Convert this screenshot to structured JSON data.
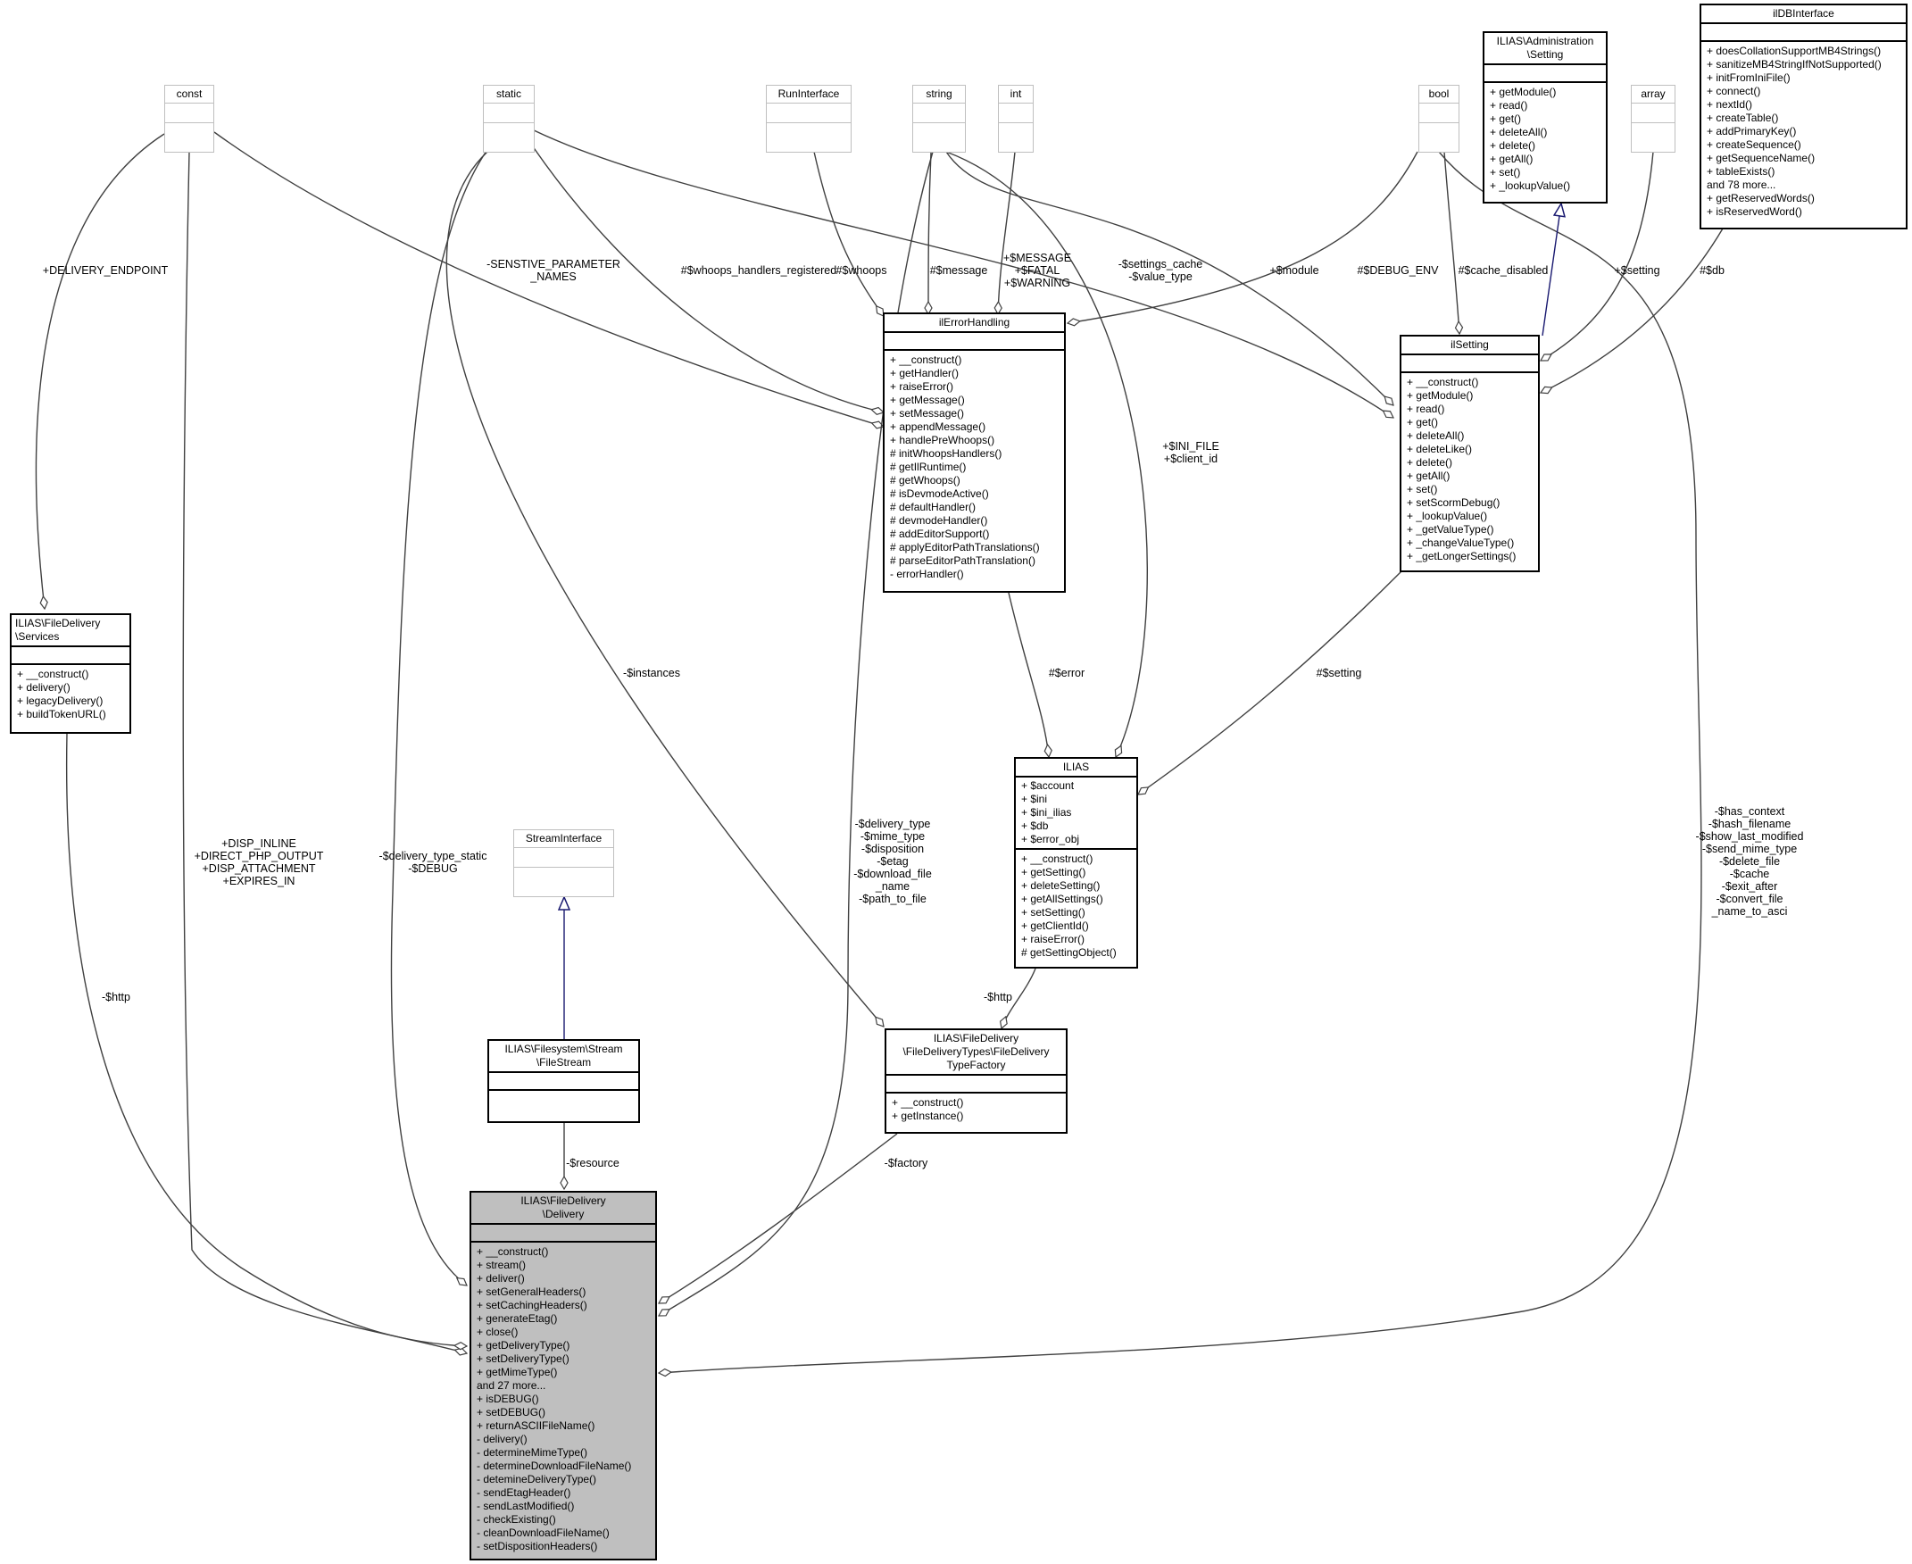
{
  "classes": {
    "const": {
      "title": "const"
    },
    "static": {
      "title": "static"
    },
    "runinterface": {
      "title": "RunInterface"
    },
    "string": {
      "title": "string"
    },
    "int": {
      "title": "int"
    },
    "bool": {
      "title": "bool"
    },
    "admin_setting": {
      "title": "ILIAS\\Administration\n\\Setting",
      "ops": [
        "+ getModule()",
        "+ read()",
        "+ get()",
        "+ deleteAll()",
        "+ delete()",
        "+ getAll()",
        "+ set()",
        "+ _lookupValue()"
      ]
    },
    "array": {
      "title": "array"
    },
    "ildbinterface": {
      "title": "ilDBInterface",
      "ops": [
        "+ doesCollationSupportMB4Strings()",
        "+ sanitizeMB4StringIfNotSupported()",
        "+ initFromIniFile()",
        "+ connect()",
        "+ nextId()",
        "+ createTable()",
        "+ addPrimaryKey()",
        "+ createSequence()",
        "+ getSequenceName()",
        "+ tableExists()",
        "and 78 more...",
        "+ getReservedWords()",
        "+ isReservedWord()"
      ]
    },
    "services": {
      "title": "ILIAS\\FileDelivery\n\\Services",
      "ops": [
        "+ __construct()",
        "+ delivery()",
        "+ legacyDelivery()",
        "+ buildTokenURL()"
      ]
    },
    "ilerrorhandling": {
      "title": "ilErrorHandling",
      "ops": [
        "+ __construct()",
        "+ getHandler()",
        "+ raiseError()",
        "+ getMessage()",
        "+ setMessage()",
        "+ appendMessage()",
        "+ handlePreWhoops()",
        "# initWhoopsHandlers()",
        "# getIlRuntime()",
        "# getWhoops()",
        "# isDevmodeActive()",
        "# defaultHandler()",
        "# devmodeHandler()",
        "# addEditorSupport()",
        "# applyEditorPathTranslations()",
        "# parseEditorPathTranslation()",
        "- errorHandler()"
      ]
    },
    "ilsetting": {
      "title": "ilSetting",
      "ops": [
        "+ __construct()",
        "+ getModule()",
        "+ read()",
        "+ get()",
        "+ deleteAll()",
        "+ deleteLike()",
        "+ delete()",
        "+ getAll()",
        "+ set()",
        "+ setScormDebug()",
        "+ _lookupValue()",
        "+ _getValueType()",
        "+ _changeValueType()",
        "+ _getLongerSettings()"
      ]
    },
    "ilias": {
      "title": "ILIAS",
      "attrs": [
        "+ $account",
        "+ $ini",
        "+ $ini_ilias",
        "+ $db",
        "+ $error_obj"
      ],
      "ops": [
        "+ __construct()",
        "+ getSetting()",
        "+ deleteSetting()",
        "+ getAllSettings()",
        "+ setSetting()",
        "+ getClientId()",
        "+ raiseError()",
        "# getSettingObject()"
      ]
    },
    "streaminterface": {
      "title": "StreamInterface"
    },
    "filestream": {
      "title": "ILIAS\\Filesystem\\Stream\n\\FileStream"
    },
    "factory": {
      "title": "ILIAS\\FileDelivery\n\\FileDeliveryTypes\\FileDelivery\nTypeFactory",
      "ops": [
        "+ __construct()",
        "+ getInstance()"
      ]
    },
    "delivery": {
      "title": "ILIAS\\FileDelivery\n\\Delivery",
      "ops": [
        "+ __construct()",
        "+ stream()",
        "+ deliver()",
        "+ setGeneralHeaders()",
        "+ setCachingHeaders()",
        "+ generateEtag()",
        "+ close()",
        "+ getDeliveryType()",
        "+ setDeliveryType()",
        "+ getMimeType()",
        "and 27 more...",
        "+ isDEBUG()",
        "+ setDEBUG()",
        "+ returnASCIIFileName()",
        "- delivery()",
        "- determineMimeType()",
        "- determineDownloadFileName()",
        "- detemineDeliveryType()",
        "- sendEtagHeader()",
        "- sendLastModified()",
        "- checkExisting()",
        "- cleanDownloadFileName()",
        "- setDispositionHeaders()"
      ]
    }
  },
  "edge_labels": {
    "delivery_endpoint": "+DELIVERY_ENDPOINT",
    "sensitive": "-SENSTIVE_PARAMETER\n_NAMES",
    "whoops_registered": "#$whoops_handlers_registered",
    "whoops": "#$whoops",
    "message": "#$message",
    "fatal": "+$MESSAGE\n+$FATAL\n+$WARNING",
    "settings_cache": "-$settings_cache\n-$value_type",
    "module": "+$module",
    "debug_env": "#$DEBUG_ENV",
    "cache_disabled": "#$cache_disabled",
    "setting_arr": "+$setting",
    "db": "#$db",
    "ini_file": "+$INI_FILE\n+$client_id",
    "instances": "-$instances",
    "error": "#$error",
    "setting_ilias": "#$setting",
    "disp": "+DISP_INLINE\n+DIRECT_PHP_OUTPUT\n+DISP_ATTACHMENT\n+EXPIRES_IN",
    "delivery_type_static": "-$delivery_type_static\n-$DEBUG",
    "delivery_type": "-$delivery_type\n-$mime_type\n-$disposition\n-$etag\n-$download_file\n_name\n-$path_to_file",
    "has_context": "-$has_context\n-$hash_filename\n-$show_last_modified\n-$send_mime_type\n-$delete_file\n-$cache\n-$exit_after\n-$convert_file\n_name_to_asci",
    "http_services": "-$http",
    "http_factory": "-$http",
    "resource": "-$resource",
    "factory": "-$factory"
  }
}
